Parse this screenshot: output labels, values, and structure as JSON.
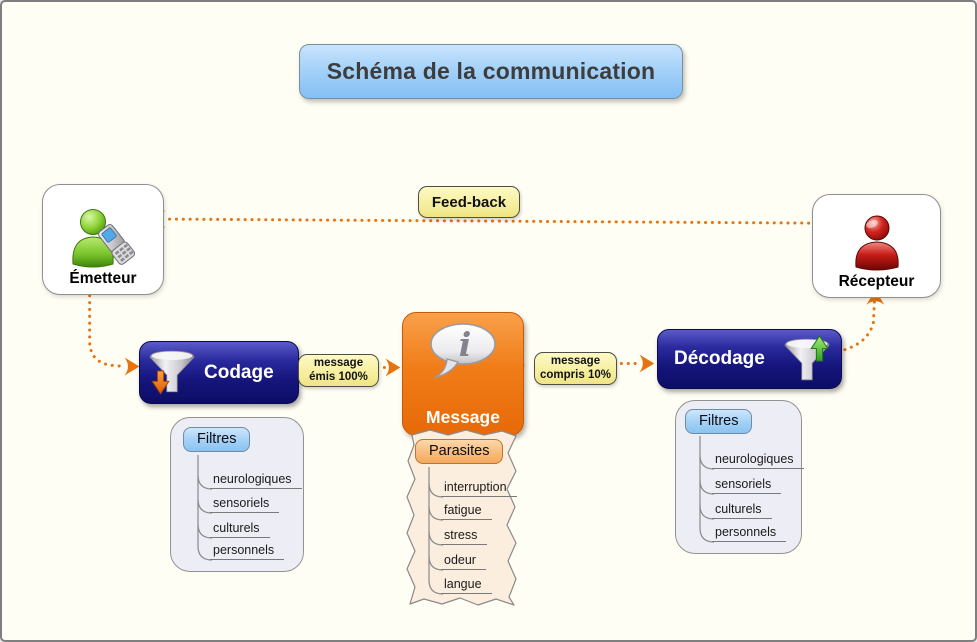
{
  "diagram": {
    "title": "Schéma de la communication",
    "feedback_label": "Feed-back",
    "emitter_label": "Émetteur",
    "receiver_label": "Récepteur",
    "coding_label": "Codage",
    "decoding_label": "Décodage",
    "message_label": "Message",
    "emitted_note": {
      "line1": "message",
      "line2": "émis 100%"
    },
    "understood_note": {
      "line1": "message",
      "line2": "compris 10%"
    }
  },
  "filters_left": {
    "title": "Filtres",
    "items": [
      "neurologiques",
      "sensoriels",
      "culturels",
      "personnels"
    ]
  },
  "parasites": {
    "title": "Parasites",
    "items": [
      "interruption",
      "fatigue",
      "stress",
      "odeur",
      "langue"
    ]
  },
  "filters_right": {
    "title": "Filtres",
    "items": [
      "neurologiques",
      "sensoriels",
      "culturels",
      "personnels"
    ]
  },
  "icons": {
    "emitter": "person-with-phone-icon",
    "receiver": "person-icon",
    "coding": "funnel-down-arrow-icon",
    "decoding": "funnel-up-arrow-icon",
    "message": "speech-bubble-info-icon"
  },
  "colors": {
    "arrow_orange": "#e8730e",
    "process_navy": "#15157c",
    "message_orange": "#ee7214",
    "note_yellow": "#f6efa0",
    "tag_blue": "#a6d2f6",
    "tag_peach": "#f8bc7c",
    "panel_lavender": "#ededf6",
    "panel_peach": "#fbeede",
    "background": "#fffef4"
  }
}
